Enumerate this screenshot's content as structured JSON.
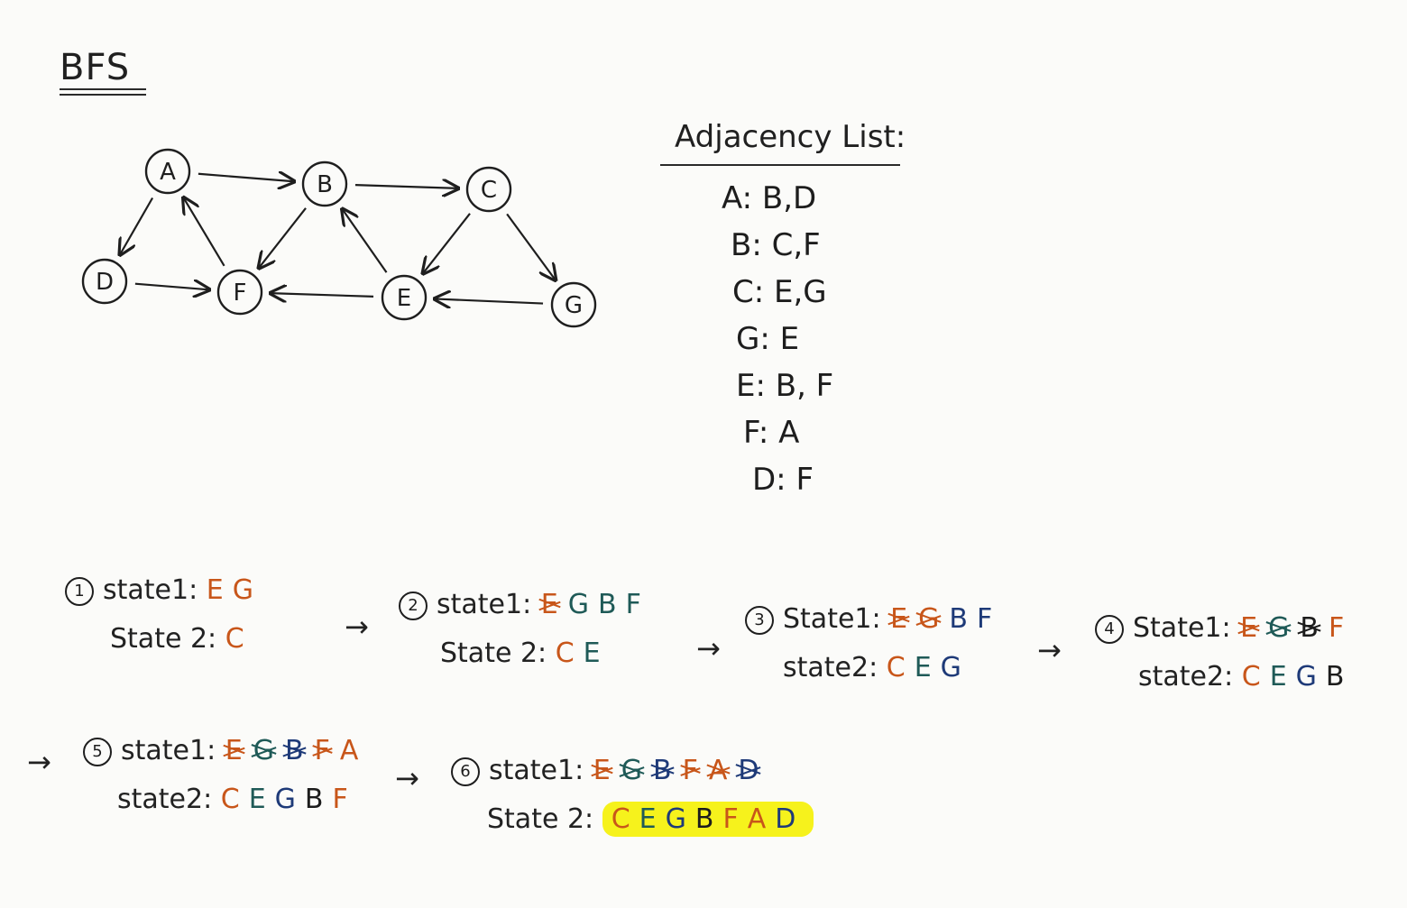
{
  "title": "BFS",
  "graph": {
    "nodes": [
      {
        "id": "A",
        "label": "A"
      },
      {
        "id": "B",
        "label": "B"
      },
      {
        "id": "C",
        "label": "C"
      },
      {
        "id": "D",
        "label": "D"
      },
      {
        "id": "F",
        "label": "F"
      },
      {
        "id": "E",
        "label": "E"
      },
      {
        "id": "G",
        "label": "G"
      }
    ],
    "edges": [
      {
        "from": "A",
        "to": "B"
      },
      {
        "from": "B",
        "to": "C"
      },
      {
        "from": "A",
        "to": "D"
      },
      {
        "from": "F",
        "to": "A"
      },
      {
        "from": "B",
        "to": "F"
      },
      {
        "from": "E",
        "to": "B"
      },
      {
        "from": "C",
        "to": "E"
      },
      {
        "from": "C",
        "to": "G"
      },
      {
        "from": "D",
        "to": "F"
      },
      {
        "from": "E",
        "to": "F"
      },
      {
        "from": "G",
        "to": "E"
      }
    ]
  },
  "adjacency": {
    "title": "Adjacency List:",
    "rows": [
      "A: B,D",
      "B: C,F",
      "C: E,G",
      "G: E",
      "E: B, F",
      "F: A",
      "D: F"
    ]
  },
  "steps": [
    {
      "num": "1",
      "state1_label": "state1:",
      "state1": [
        {
          "t": "E",
          "c": "orange"
        },
        {
          "t": "G",
          "c": "orange"
        }
      ],
      "state2_label": "State 2:",
      "state2": [
        {
          "t": "C",
          "c": "orange"
        }
      ]
    },
    {
      "num": "2",
      "state1_label": "state1:",
      "state1": [
        {
          "t": "E",
          "c": "orange",
          "x": true
        },
        {
          "t": "G",
          "c": "green"
        },
        {
          "t": "B",
          "c": "green"
        },
        {
          "t": "F",
          "c": "green"
        }
      ],
      "state2_label": "State 2:",
      "state2": [
        {
          "t": "C",
          "c": "orange"
        },
        {
          "t": "E",
          "c": "green"
        }
      ]
    },
    {
      "num": "3",
      "state1_label": "State1:",
      "state1": [
        {
          "t": "E",
          "c": "orange",
          "x": true
        },
        {
          "t": "G",
          "c": "orange",
          "x": true
        },
        {
          "t": "B",
          "c": "blue"
        },
        {
          "t": "F",
          "c": "blue"
        }
      ],
      "state2_label": "state2:",
      "state2": [
        {
          "t": "C",
          "c": "orange"
        },
        {
          "t": "E",
          "c": "green"
        },
        {
          "t": "G",
          "c": "blue"
        }
      ]
    },
    {
      "num": "4",
      "state1_label": "State1:",
      "state1": [
        {
          "t": "E",
          "c": "orange",
          "x": true
        },
        {
          "t": "G",
          "c": "green",
          "x": true
        },
        {
          "t": "B",
          "c": "dark",
          "x": true
        },
        {
          "t": "F",
          "c": "orange"
        }
      ],
      "state2_label": "state2:",
      "state2": [
        {
          "t": "C",
          "c": "orange"
        },
        {
          "t": "E",
          "c": "green"
        },
        {
          "t": "G",
          "c": "blue"
        },
        {
          "t": "B",
          "c": "dark"
        }
      ]
    },
    {
      "num": "5",
      "state1_label": "state1:",
      "state1": [
        {
          "t": "E",
          "c": "orange",
          "x": true
        },
        {
          "t": "G",
          "c": "green",
          "x": true
        },
        {
          "t": "B",
          "c": "blue",
          "x": true
        },
        {
          "t": "F",
          "c": "orange",
          "x": true
        },
        {
          "t": "A",
          "c": "orange"
        }
      ],
      "state2_label": "state2:",
      "state2": [
        {
          "t": "C",
          "c": "orange"
        },
        {
          "t": "E",
          "c": "green"
        },
        {
          "t": "G",
          "c": "blue"
        },
        {
          "t": "B",
          "c": "dark"
        },
        {
          "t": "F",
          "c": "orange"
        }
      ]
    },
    {
      "num": "6",
      "state1_label": "state1:",
      "state1": [
        {
          "t": "E",
          "c": "orange",
          "x": true
        },
        {
          "t": "G",
          "c": "green",
          "x": true
        },
        {
          "t": "B",
          "c": "blue",
          "x": true
        },
        {
          "t": "F",
          "c": "orange",
          "x": true
        },
        {
          "t": "A",
          "c": "orange",
          "x": true
        },
        {
          "t": "D",
          "c": "blue",
          "x": true
        }
      ],
      "state2_label": "State 2:",
      "state2": [
        {
          "t": "C",
          "c": "orange"
        },
        {
          "t": "E",
          "c": "green"
        },
        {
          "t": "G",
          "c": "blue"
        },
        {
          "t": "B",
          "c": "dark"
        },
        {
          "t": "F",
          "c": "orange"
        },
        {
          "t": "A",
          "c": "orange"
        },
        {
          "t": "D",
          "c": "blue"
        }
      ],
      "highlight": true
    }
  ],
  "transition_arrow": "→",
  "colors": {
    "orange": "#c8561a",
    "green": "#1f5a57",
    "blue": "#1e3a78",
    "dark": "#1c1c1c",
    "highlight": "#f6f21c"
  }
}
